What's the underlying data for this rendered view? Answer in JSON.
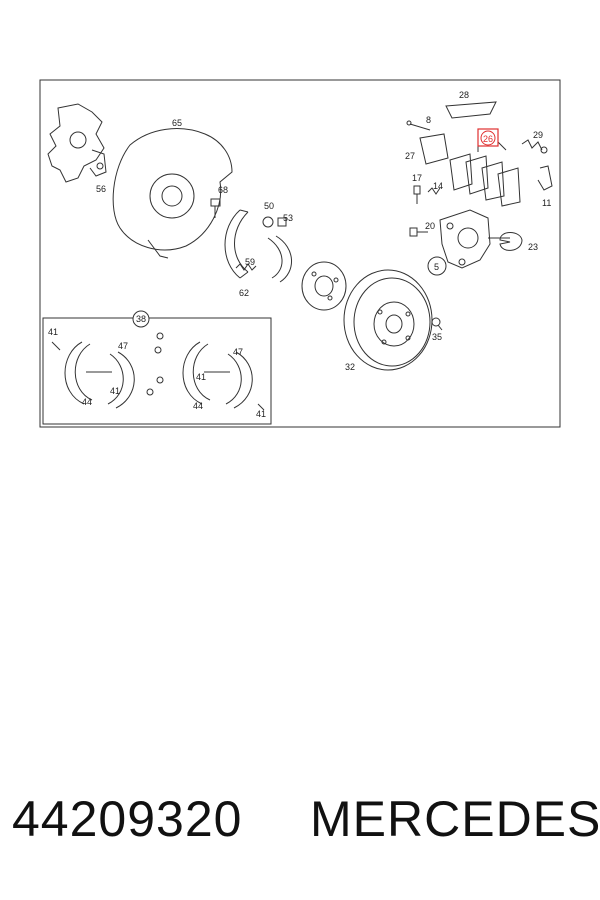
{
  "diagram": {
    "callouts": {
      "c65": "65",
      "c56": "56",
      "c68": "68",
      "c50": "50",
      "c53": "53",
      "c59": "59",
      "c62": "62",
      "c28": "28",
      "c8": "8",
      "c27": "27",
      "c26": "26",
      "c29": "29",
      "c11": "11",
      "c17": "17",
      "c14": "14",
      "c20": "20",
      "c23": "23",
      "c5": "5",
      "c35": "35",
      "c32": "32",
      "c38": "38",
      "c41a": "41",
      "c47a": "47",
      "c41b": "41",
      "c44a": "44",
      "c47b": "47",
      "c41c": "41",
      "c44b": "44",
      "c41d": "41"
    },
    "highlight_color": "#e03030"
  },
  "footer": {
    "part_number": "44209320",
    "brand": "MERCEDES"
  }
}
